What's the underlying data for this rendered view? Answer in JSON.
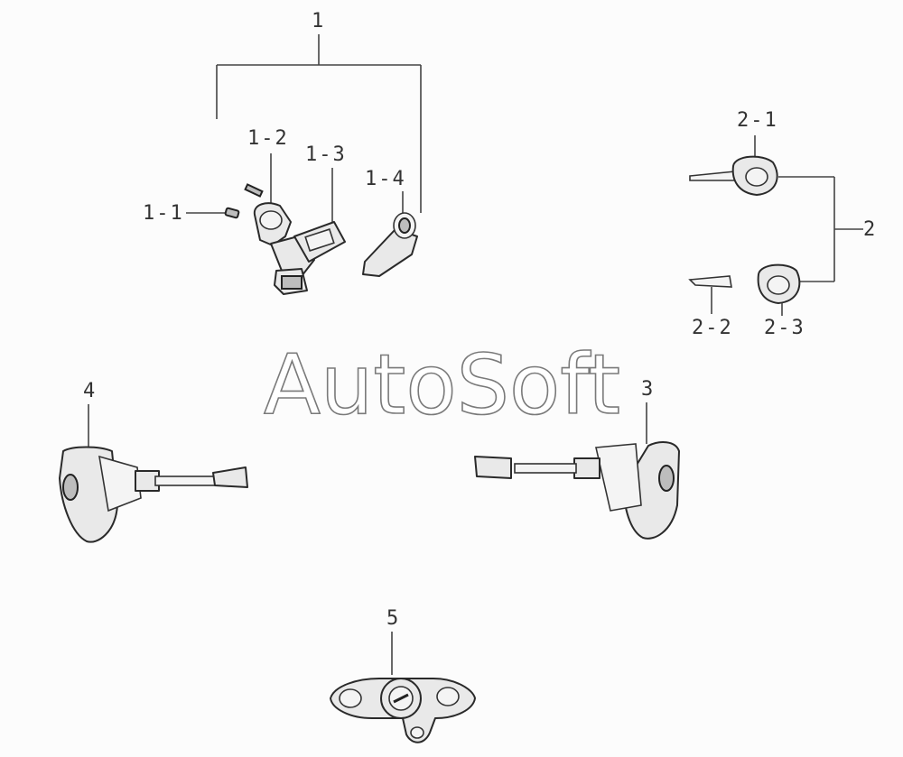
{
  "watermark": "AutoSoft",
  "callouts": {
    "c1": "1",
    "c1_1": "1-1",
    "c1_2": "1-2",
    "c1_3": "1-3",
    "c1_4": "1-4",
    "c2": "2",
    "c2_1": "2-1",
    "c2_2": "2-2",
    "c2_3": "2-3",
    "c3": "3",
    "c4": "4",
    "c5": "5"
  }
}
